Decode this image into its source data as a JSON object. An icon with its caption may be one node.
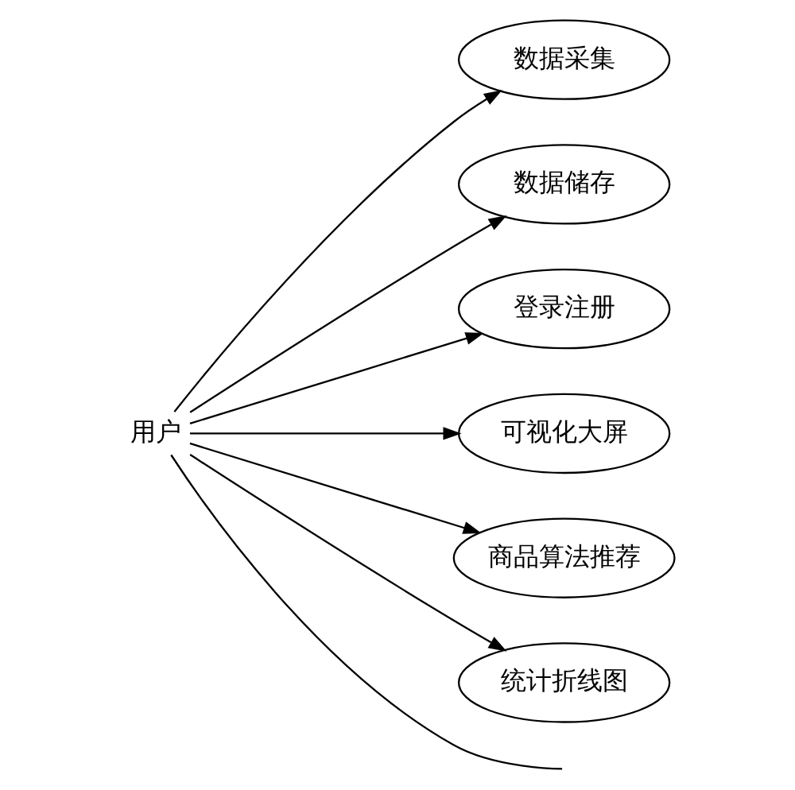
{
  "diagram": {
    "nodes": [
      {
        "text": [
          "用户"
        ]
      },
      {
        "text": [
          "数据采集"
        ]
      },
      {
        "text": [
          "数据储存"
        ]
      },
      {
        "text": [
          "登录注册"
        ]
      },
      {
        "text": [
          "可视化大屏"
        ]
      },
      {
        "text": [
          "商品算法推荐"
        ]
      },
      {
        "text": [
          "统计折线图"
        ]
      }
    ],
    "edges": [
      {
        "from": 0,
        "to": 1,
        "arrow": "to"
      },
      {
        "from": 0,
        "to": 2,
        "arrow": "to"
      },
      {
        "from": 0,
        "to": 3,
        "arrow": "to"
      },
      {
        "from": 0,
        "to": 4,
        "arrow": "to"
      },
      {
        "from": 0,
        "to": 5,
        "arrow": "to"
      },
      {
        "from": 0,
        "to": 6,
        "arrow": "to"
      },
      {
        "from": 0,
        "to": null,
        "arrow": "none"
      }
    ]
  }
}
